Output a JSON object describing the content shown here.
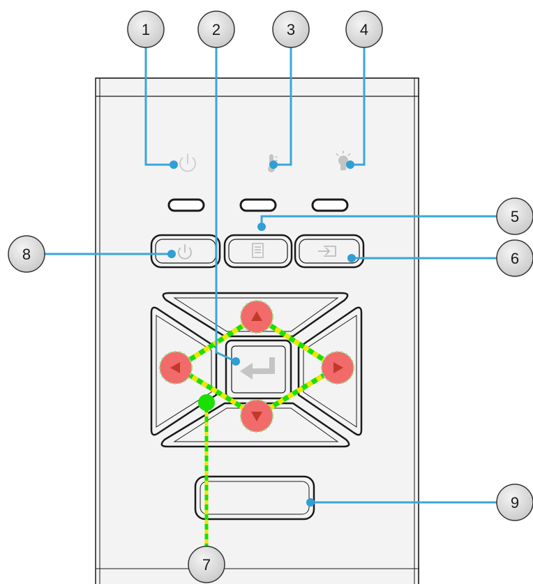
{
  "callouts": [
    {
      "number": "1"
    },
    {
      "number": "2"
    },
    {
      "number": "3"
    },
    {
      "number": "4"
    },
    {
      "number": "5"
    },
    {
      "number": "6"
    },
    {
      "number": "7"
    },
    {
      "number": "8"
    },
    {
      "number": "9"
    }
  ],
  "icons": {
    "power_led": "power-icon",
    "temp_led": "thermometer-icon",
    "lamp_led": "lamp-bulb-icon",
    "power_button": "power-icon",
    "menu_button": "menu-icon",
    "source_button": "source-input-icon",
    "enter_button": "enter-return-icon",
    "up": "triangle-up-icon",
    "down": "triangle-down-icon",
    "left": "triangle-left-icon",
    "right": "triangle-right-icon"
  },
  "colors": {
    "leader": "#3aa6d8",
    "leader_dot": "#2f9fd6",
    "highlight_path": "#19e000",
    "highlight_dash": "#f2e600",
    "arrow_highlight": "#f26a6a",
    "arrow_glyph": "#c0392b",
    "panel_fill": "#f3f3f3",
    "panel_stroke": "#1a1a1a",
    "callout_fill": "#d9d9d9"
  }
}
